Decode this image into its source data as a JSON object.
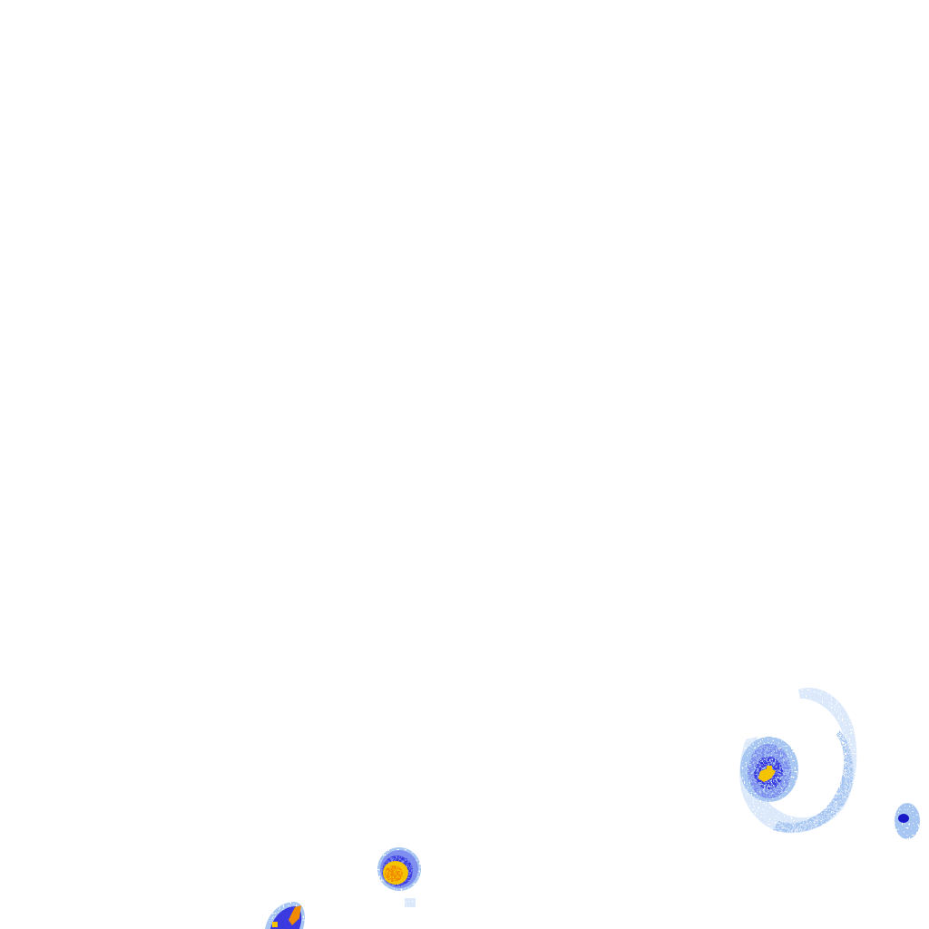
{
  "map": {
    "type": "weather-radar-overlay",
    "background_color": "#ffffff",
    "intensity_palette": {
      "very_light": "#dbe9fb",
      "light": "#a8c6f2",
      "moderate": "#7f8ff0",
      "heavy": "#3a3ae0",
      "intense": "#1818c8",
      "very_intense": "#f5c400",
      "extreme": "#f08a00"
    },
    "echoes": [
      {
        "id": "right-cell",
        "peak_intensity": "very_intense"
      },
      {
        "id": "far-right-fragment",
        "peak_intensity": "intense"
      },
      {
        "id": "center-bottom-cell",
        "peak_intensity": "extreme"
      },
      {
        "id": "bottom-left-cell",
        "peak_intensity": "extreme"
      }
    ]
  }
}
